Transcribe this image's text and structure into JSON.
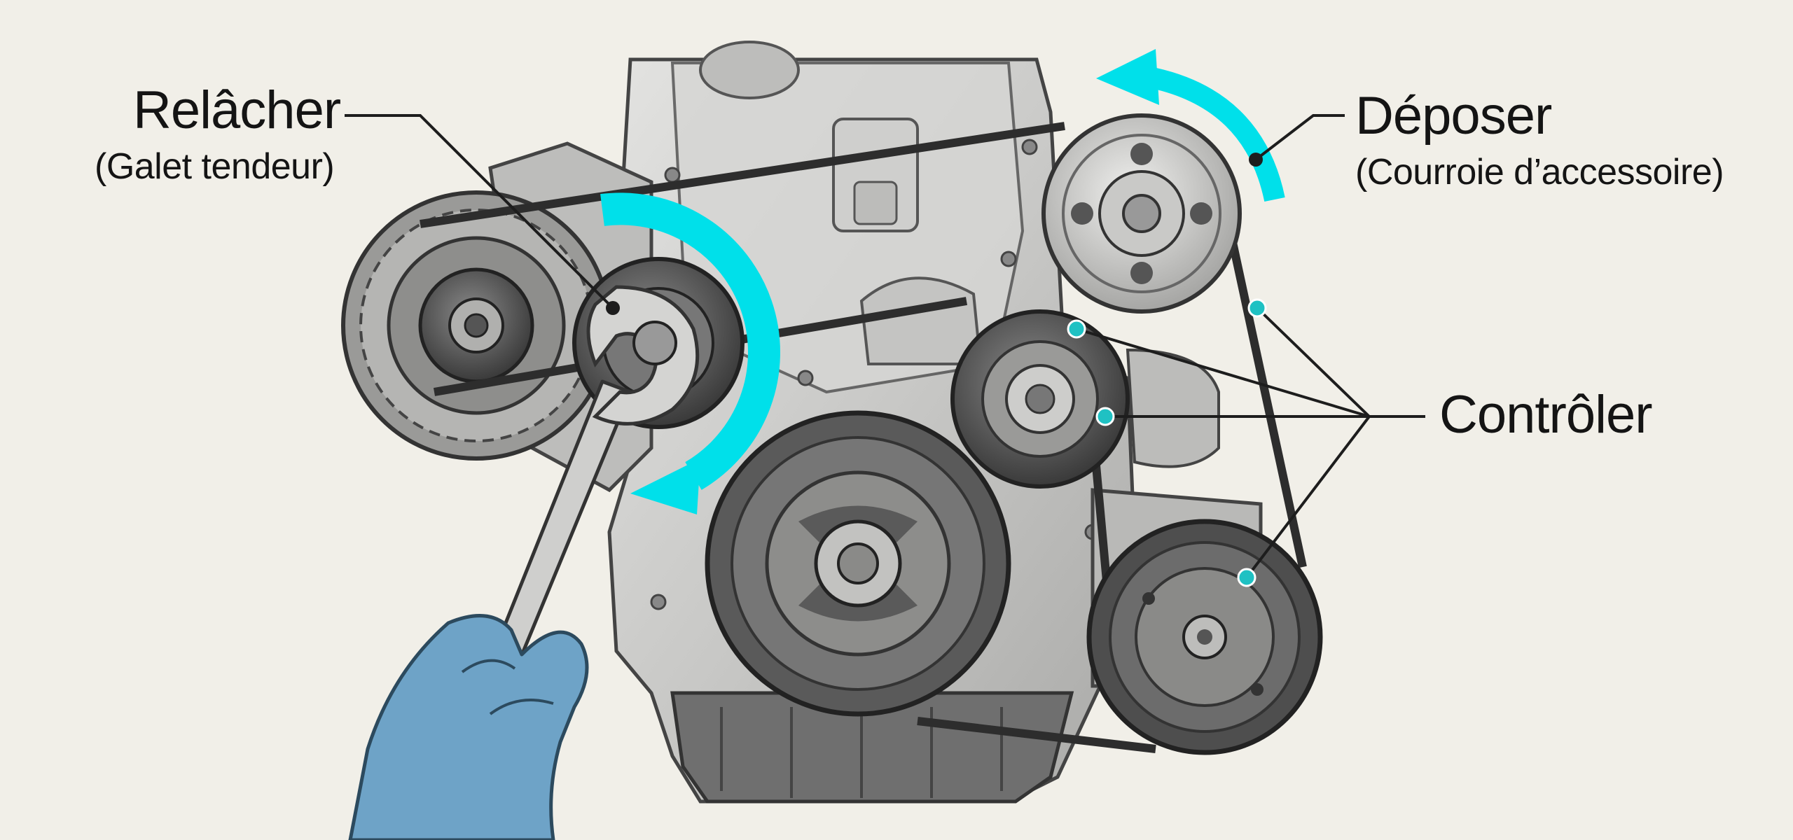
{
  "labels": {
    "relacher": {
      "title": "Relâcher",
      "subtitle": "(Galet tendeur)"
    },
    "deposer": {
      "title": "Déposer",
      "subtitle": "(Courroie d’accessoire)"
    },
    "controler": {
      "title": "Contrôler"
    }
  },
  "colors": {
    "background": "#f1efe8",
    "accent": "#00e0ea",
    "marker": "#1fc1c3",
    "belt": "#2d2d2d",
    "engine": "#c9c9c7",
    "glove": "#6ea3c7",
    "ink": "#141414"
  },
  "icons": {
    "rotation_arrow": "clockwise-arrow-icon",
    "removal_arrow": "curved-arrow-icon",
    "wrench": "wrench-icon",
    "hand": "gloved-hand-icon"
  }
}
